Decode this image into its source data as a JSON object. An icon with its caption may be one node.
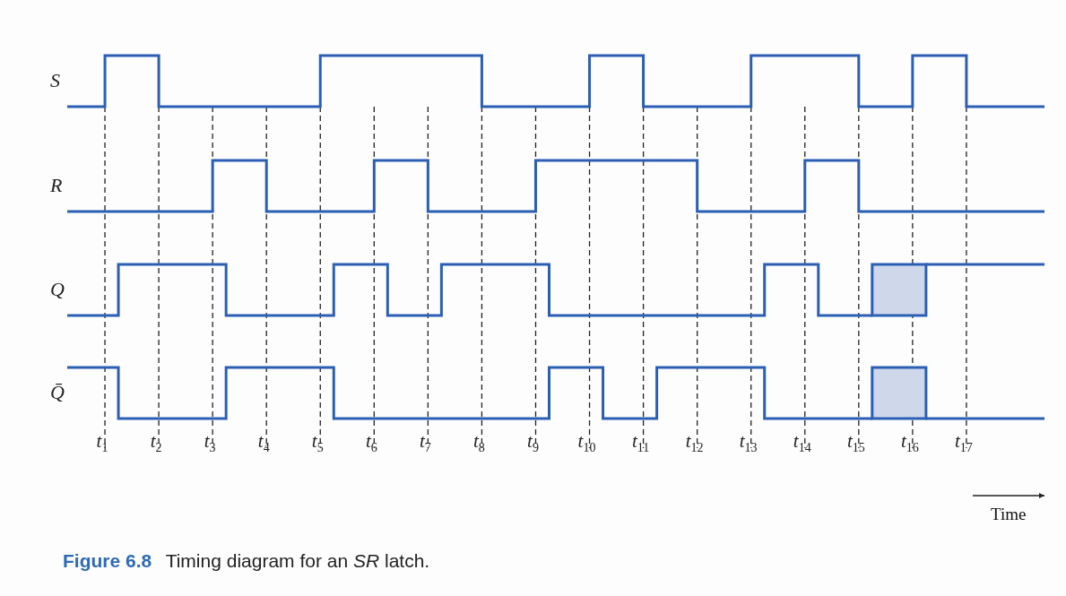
{
  "diagram": {
    "caption": "**Figure 6.8** Timing diagram for an *SR* latch.",
    "labels": [
      "S",
      "R",
      "Q",
      "Q̄",
      "t$_{1}$",
      "t$_{2}$",
      "t$_{3}$",
      "t$_{4}$",
      "t$_{5}$",
      "t$_{6}$",
      "t$_{7}$",
      "t$_{8}$",
      "t$_{9}$",
      "t$_{10}$",
      "t$_{11}$",
      "t$_{12}$",
      "t$_{13}$",
      "t$_{14}$",
      "t$_{15}$",
      "t$_{16}$",
      "t$_{17}$",
      "Time"
    ]
  }
}
